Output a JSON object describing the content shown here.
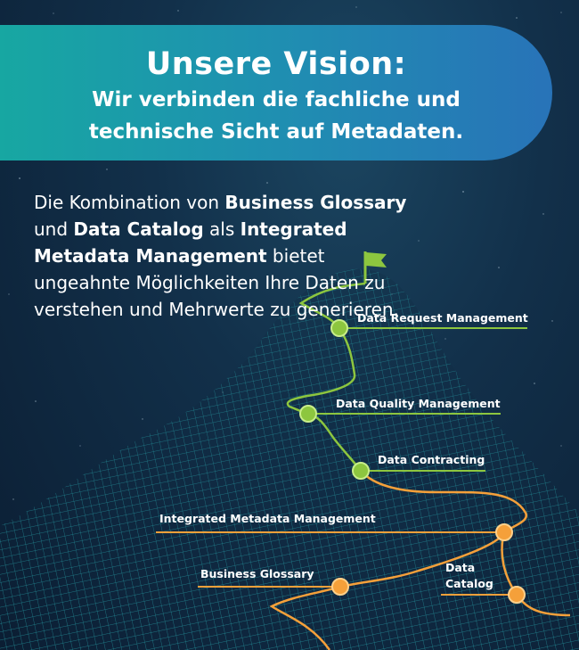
{
  "banner": {
    "title": "Unsere Vision:",
    "subtitle_line1": "Wir verbinden die fachliche und",
    "subtitle_line2": "technische Sicht auf Metadaten."
  },
  "intro": {
    "t1": "Die Kombination von ",
    "b1": "Business Glossary",
    "t2": " und ",
    "b2": "Data Catalog",
    "t3": " als ",
    "b3": "Integrated Metadata Management",
    "t4": " bietet ungeahnte Möglichkeiten Ihre Daten zu verstehen und Mehrwerte zu generieren."
  },
  "milestones": {
    "m1": "Data Request Management",
    "m2": "Data Quality Management",
    "m3": "Data Contracting",
    "m4": "Integrated Metadata Management",
    "m5": "Business Glossary",
    "m6a": "Data",
    "m6b": "Catalog"
  },
  "colors": {
    "green": "#8dc63f",
    "orange": "#f5a03a",
    "mesh": "#2bb3b8"
  }
}
